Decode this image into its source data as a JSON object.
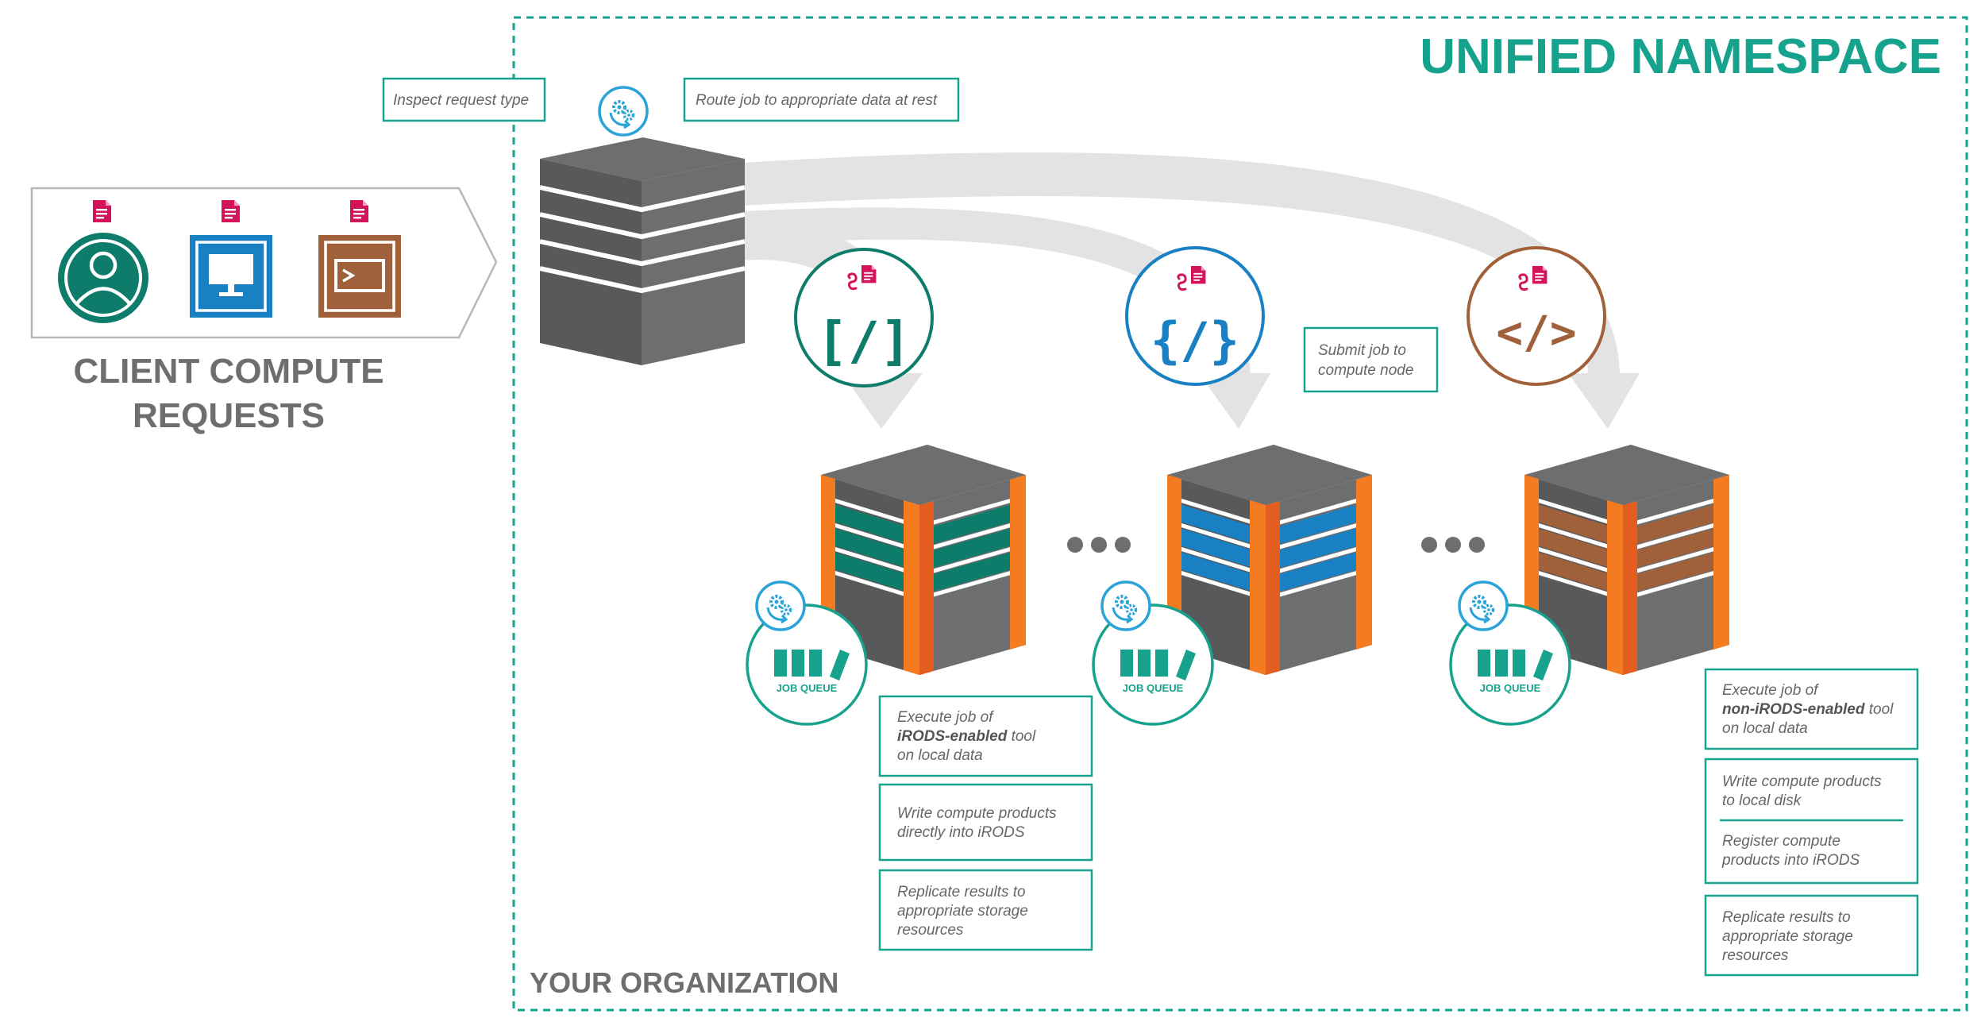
{
  "titles": {
    "unified_namespace": "UNIFIED NAMESPACE",
    "client_line1": "CLIENT COMPUTE",
    "client_line2": "REQUESTS",
    "organization": "YOUR ORGANIZATION"
  },
  "labels": {
    "inspect": "Inspect request type",
    "route": "Route job to appropriate data at rest",
    "submit_line1": "Submit job to",
    "submit_line2": "compute node",
    "job_queue": "JOB QUEUE"
  },
  "client_icons": [
    "user-icon",
    "desktop-icon",
    "terminal-icon"
  ],
  "tools": [
    {
      "glyph": "[/]",
      "color": "#0e7c6b"
    },
    {
      "glyph": "{/}",
      "color": "#1a80c4"
    },
    {
      "glyph": "</>",
      "color": "#a0613a"
    }
  ],
  "middle_steps": {
    "execute_line1": "Execute job of",
    "execute_bold": "iRODS-enabled",
    "execute_rest": " tool",
    "execute_line3": "on local data",
    "write_line1": "Write compute products",
    "write_line2": "directly into iRODS",
    "replicate_line1": "Replicate results to",
    "replicate_line2": "appropriate storage",
    "replicate_line3": "resources"
  },
  "right_steps": {
    "execute_line1": "Execute job of",
    "execute_bold": "non-iRODS-enabled",
    "execute_rest": " tool",
    "execute_line3": "on local data",
    "write_line1": "Write compute products",
    "write_line2": "to local disk",
    "register_line1": "Register compute",
    "register_line2": "products into iRODS",
    "replicate_line1": "Replicate results to",
    "replicate_line2": "appropriate storage",
    "replicate_line3": "resources"
  },
  "colors": {
    "teal": "#16a28c",
    "blue": "#1a80c4",
    "brown": "#a0613a",
    "pink": "#d4145a",
    "orange": "#f47b20",
    "gray": "#6d6e70"
  }
}
